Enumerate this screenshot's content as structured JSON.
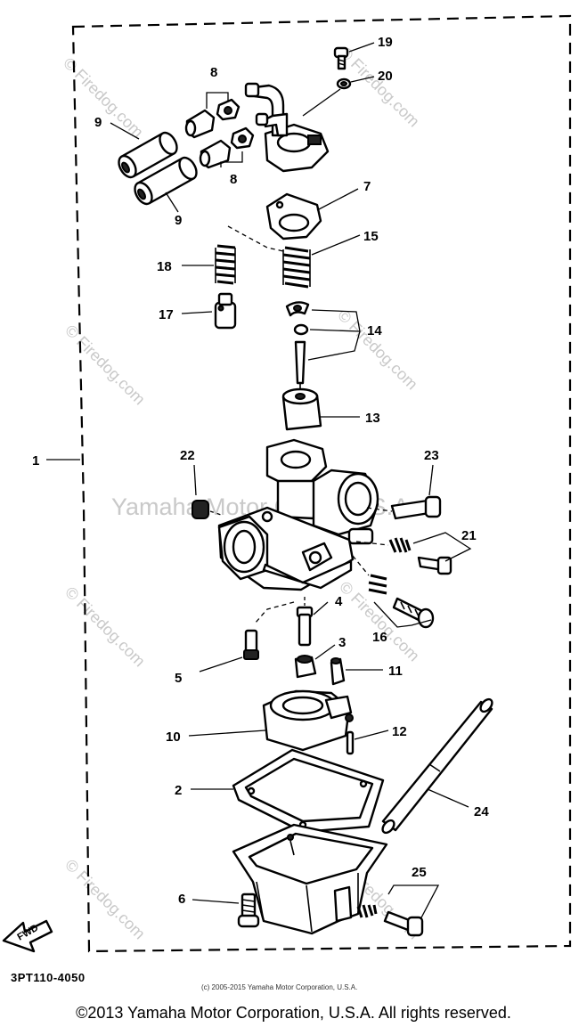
{
  "callouts": {
    "c1": "1",
    "c2": "2",
    "c3": "3",
    "c4": "4",
    "c5": "5",
    "c6": "6",
    "c7": "7",
    "c8a": "8",
    "c8b": "8",
    "c9a": "9",
    "c9b": "9",
    "c10": "10",
    "c11": "11",
    "c12": "12",
    "c13": "13",
    "c14": "14",
    "c15": "15",
    "c16": "16",
    "c17": "17",
    "c18": "18",
    "c19": "19",
    "c20": "20",
    "c21": "21",
    "c22": "22",
    "c23": "23",
    "c24": "24",
    "c25": "25"
  },
  "fwd_label": "FWD",
  "diagram_code": "3PT110-4050",
  "watermark_center": "Yamaha Motor Corp., U.S.A.",
  "watermark_site": "© Firedog.com",
  "small_copyright": "(c) 2005-2015 Yamaha Motor Corporation, U.S.A.",
  "copyright": "©2013 Yamaha Motor Corporation, U.S.A. All rights reserved."
}
